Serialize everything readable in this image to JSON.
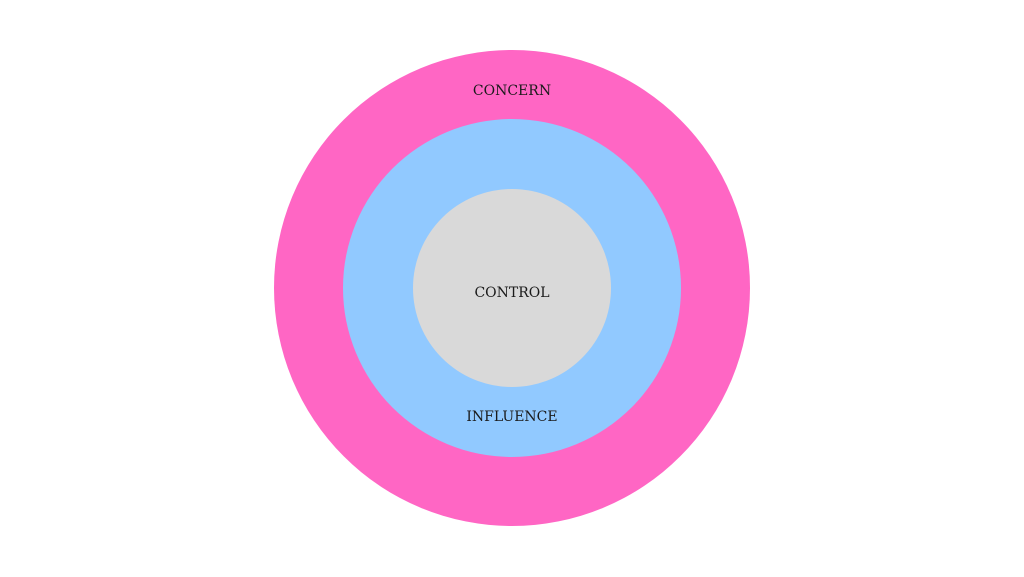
{
  "diagram": {
    "title": "Circles of Concern, Influence and Control",
    "rings": [
      {
        "id": "concern",
        "label": "CONCERN",
        "color": "#FF66C4"
      },
      {
        "id": "influence",
        "label": "INFLUENCE",
        "color": "#91C9FF"
      },
      {
        "id": "control",
        "label": "CONTROL",
        "color": "#D9D9D9"
      }
    ]
  }
}
